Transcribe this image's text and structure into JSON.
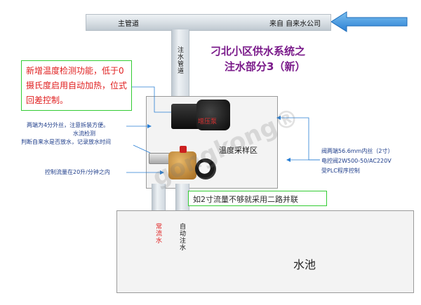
{
  "main_pipe": {
    "label": "主管道",
    "source_label": "来自 自来水公司"
  },
  "injection_pipe": {
    "label": "注水管道"
  },
  "title": {
    "line1": "刁北小区供水系统之",
    "line2": "注水部分3（新）"
  },
  "red_note": {
    "text": "新增温度检测功能，低于0摄氏度启用自动加热，位式回差控制。"
  },
  "pump": {
    "label": "增压泵"
  },
  "temp_zone": {
    "label": "温度采样区"
  },
  "left_notes": {
    "thread_note": "两端为4分外丝，注意拆装方便。",
    "flow_title": "水流检测",
    "flow_desc": "判断自来水是否放水，记录放水时间",
    "flow_limit": "控制流量在20升/分钟之内"
  },
  "right_notes": {
    "valve_thread": "阀两端56.6mm内丝（2寸）",
    "valve_model": "电控阀2W500-50/AC220V",
    "valve_ctrl": "受PLC程序控制"
  },
  "green_note": {
    "text": "如2寸流量不够就采用二路并联"
  },
  "outlets": {
    "normal": "常流水",
    "auto": "自动注水"
  },
  "tank": {
    "label": "水池"
  },
  "watermark": {
    "text": "gongkong®"
  },
  "colors": {
    "title": "#7a1a8a",
    "note_red": "#e02020",
    "note_green_border": "#33cc33",
    "annotation_blue": "#1e3d8a",
    "arrow": "#2a7fd4"
  }
}
